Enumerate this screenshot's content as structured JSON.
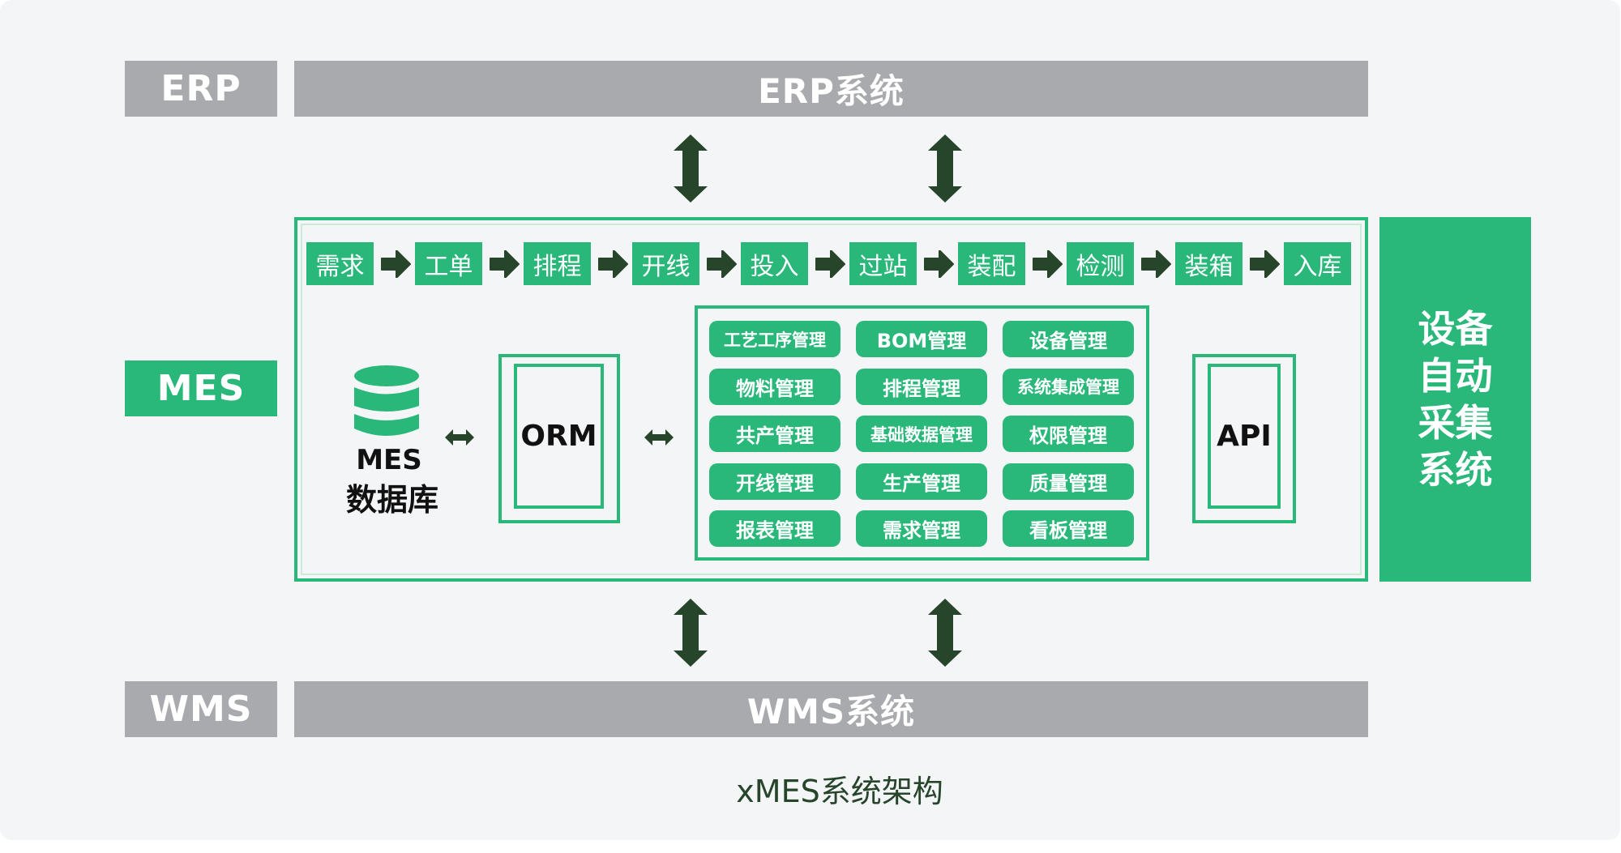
{
  "layers": {
    "erp": {
      "label": "ERP",
      "system": "ERP系统"
    },
    "mes": {
      "label": "MES"
    },
    "wms": {
      "label": "WMS",
      "system": "WMS系统"
    }
  },
  "process_flow": [
    "需求",
    "工单",
    "排程",
    "开线",
    "投入",
    "过站",
    "装配",
    "检测",
    "装箱",
    "入库"
  ],
  "database": {
    "line1": "MES",
    "line2": "数据库"
  },
  "orm": {
    "label": "ORM"
  },
  "api": {
    "label": "API"
  },
  "modules": [
    [
      "工艺工序管理",
      "BOM管理",
      "设备管理"
    ],
    [
      "物料管理",
      "排程管理",
      "系统集成管理"
    ],
    [
      "共产管理",
      "基础数据管理",
      "权限管理"
    ],
    [
      "开线管理",
      "生产管理",
      "质量管理"
    ],
    [
      "报表管理",
      "需求管理",
      "看板管理"
    ]
  ],
  "equipment_system": {
    "lines": [
      "设备",
      "自动",
      "采集",
      "系统"
    ]
  },
  "caption": "xMES系统架构",
  "colors": {
    "accent_green": "#29b77a",
    "layer_gray": "#a9aaad",
    "arrow_dark": "#27452a",
    "background": "#f4f5f7"
  }
}
